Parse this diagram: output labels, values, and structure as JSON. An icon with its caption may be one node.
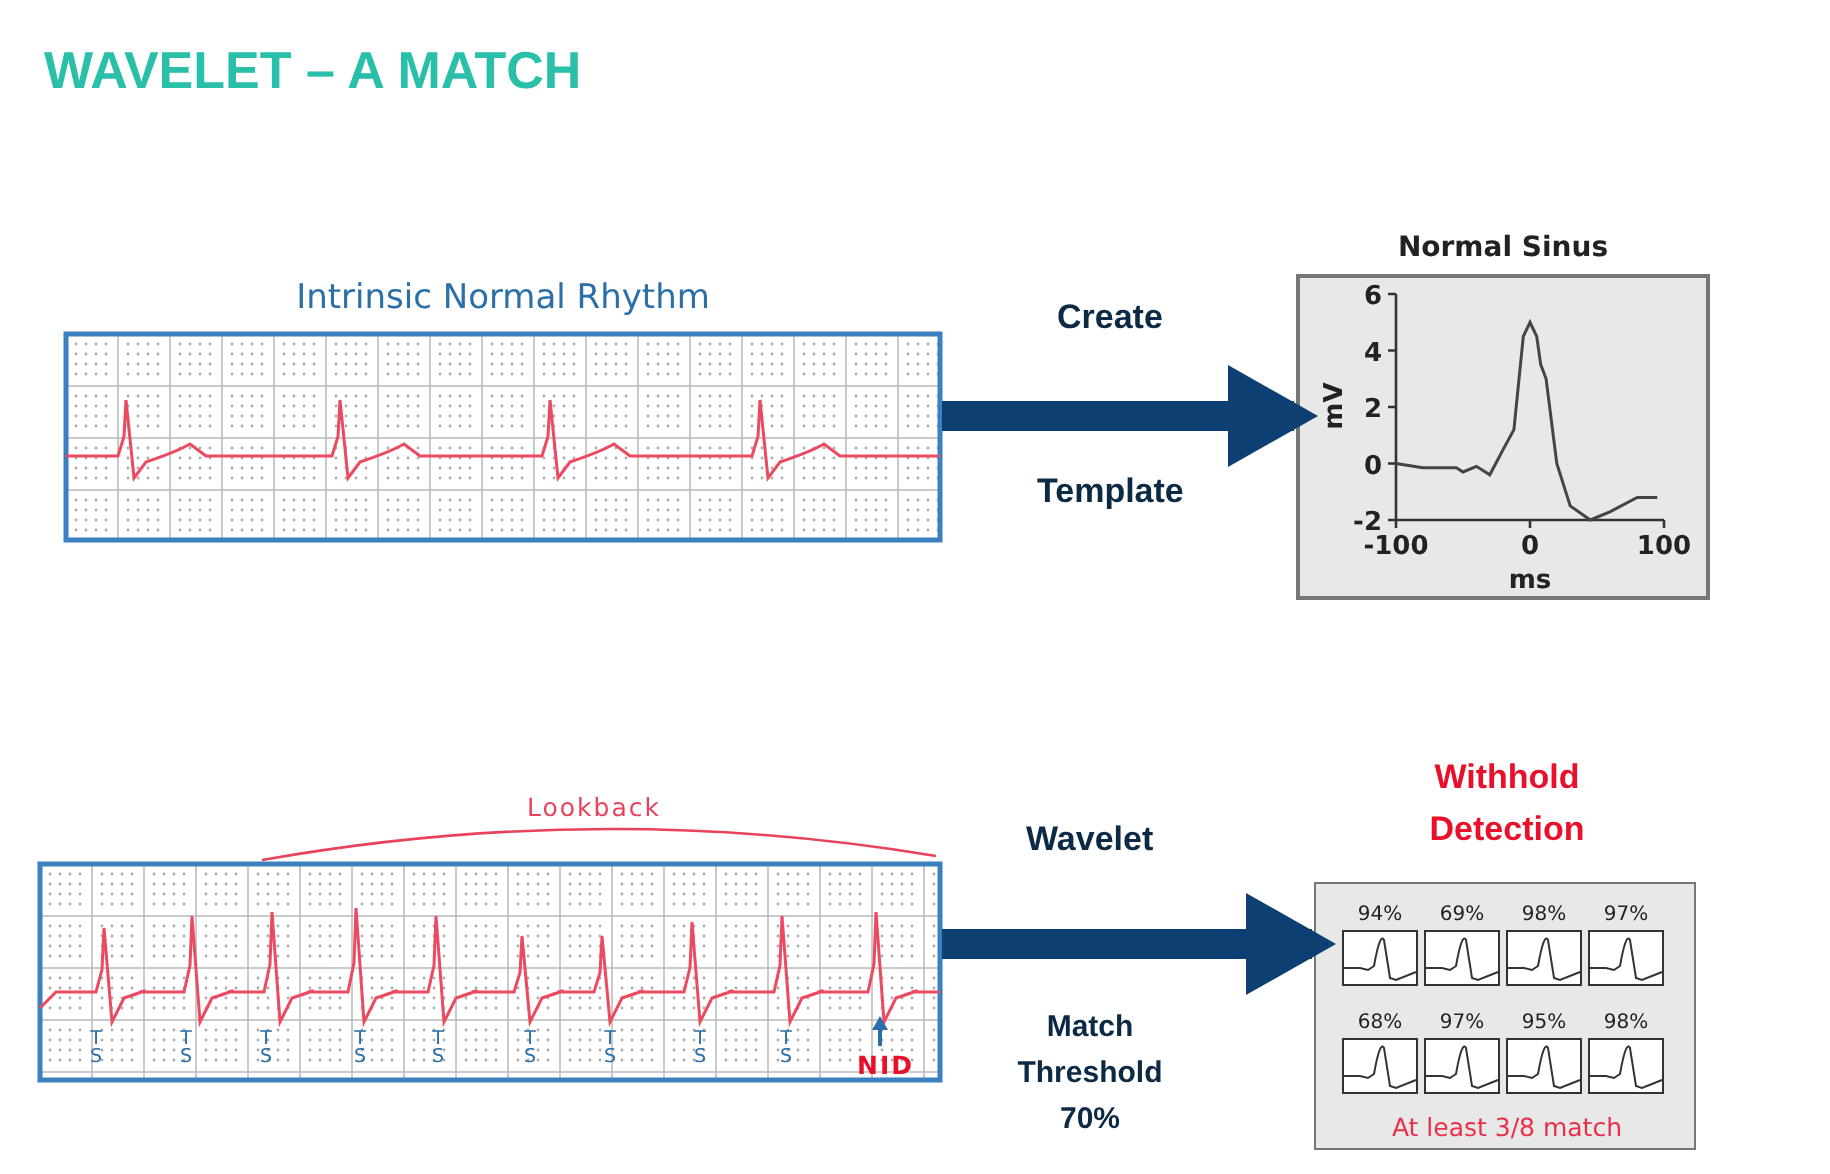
{
  "diagram": {
    "title": "WAVELET – A MATCH",
    "nodes": [
      {
        "text": [
          "Intrinsic Normal Rhythm"
        ]
      },
      {
        "text": [],
        "shape": "box"
      },
      {
        "text": [],
        "shape": "picture"
      },
      {
        "text": [
          "Withhold Detection",
          "At least 3/8 match"
        ]
      },
      {
        "text": [
          "94%"
        ],
        "in": 3
      },
      {
        "text": [
          "69%"
        ],
        "in": 3
      },
      {
        "text": [
          "98%"
        ],
        "in": 3
      },
      {
        "text": [
          "97%"
        ],
        "in": 3
      },
      {
        "text": [
          "68%"
        ],
        "in": 3
      },
      {
        "text": [
          "97%"
        ],
        "in": 3
      },
      {
        "text": [
          "95%"
        ],
        "in": 3
      },
      {
        "text": [
          "98%"
        ],
        "in": 3
      }
    ],
    "edges": [
      {
        "from": 0,
        "to": 1,
        "arrow": "to"
      },
      {
        "from": 2,
        "to": 3,
        "arrow": "to"
      }
    ],
    "labels": [
      "Create",
      "Template",
      "Lookback",
      "Wavelet",
      "T S",
      "T S",
      "T S",
      "T S",
      "T S",
      "T S",
      "T S",
      "T S",
      "T S",
      "NID",
      "Match Threshold 70%"
    ],
    "chart_data": {
      "type": "line",
      "title": "Normal Sinus",
      "xlabel": "ms",
      "ylabel": "mV",
      "x": [
        -100,
        -80,
        -55,
        -50,
        -40,
        -30,
        -20,
        -12,
        -5,
        0,
        5,
        8,
        12,
        20,
        30,
        45,
        60,
        80,
        95
      ],
      "series": [
        {
          "values": [
            0,
            -0.15,
            -0.15,
            -0.3,
            -0.1,
            -0.4,
            0.5,
            1.2,
            4.5,
            5,
            4.5,
            3.5,
            3,
            0,
            -1.5,
            -2,
            -1.7,
            -1.2,
            -1.2
          ]
        }
      ],
      "xlim": [
        -100,
        100
      ],
      "ylim": [
        -2,
        6
      ],
      "xticks": [
        -100,
        0,
        100
      ],
      "yticks": [
        -2,
        0,
        2,
        4,
        6
      ]
    }
  }
}
